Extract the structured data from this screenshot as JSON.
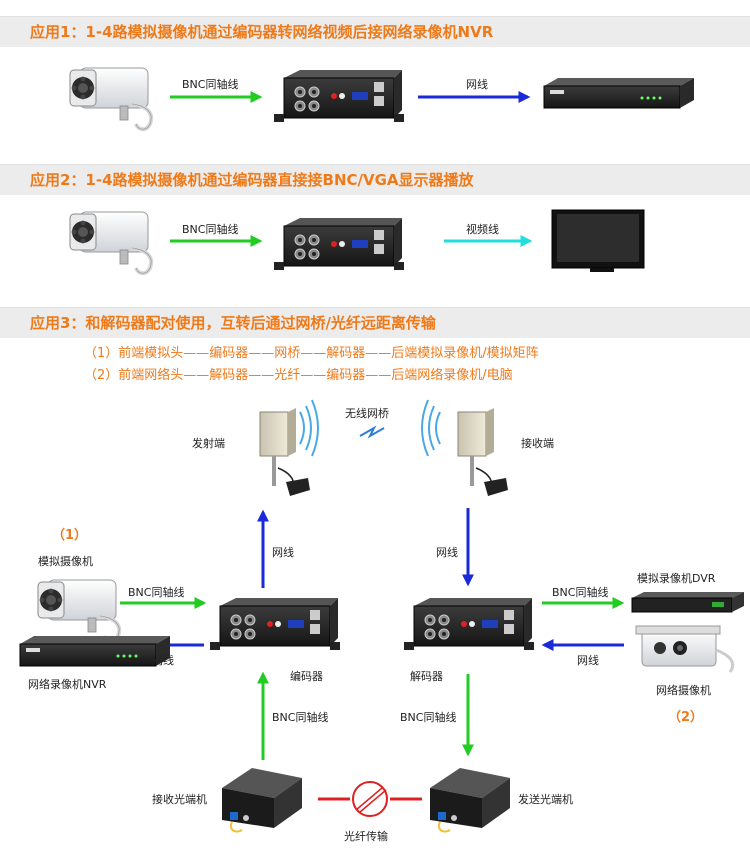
{
  "sections": [
    {
      "title": "应用1：1-4路模拟摄像机通过编码器转网络视频后接网络录像机NVR"
    },
    {
      "title": "应用2：1-4路模拟摄像机通过编码器直接接BNC/VGA显示器播放"
    },
    {
      "title": "应用3：和解码器配对使用，互转后通过网桥/光纤远距离传输"
    }
  ],
  "app1": {
    "bnc_label": "BNC同轴线",
    "net_label": "网线"
  },
  "app2": {
    "bnc_label": "BNC同轴线",
    "video_label": "视频线"
  },
  "app3": {
    "desc1": "（1）前端模拟头——编码器——网桥——解码器——后端模拟录像机/模拟矩阵",
    "desc2": "（2）前端网络头——解码器——光纤——编码器——后端网络录像机/电脑",
    "wireless_bridge": "无线网桥",
    "transmit_end": "发射端",
    "receive_end": "接收端",
    "net_up": "网线",
    "net_down": "网线",
    "num1": "（1）",
    "analog_camera": "模拟摄像机",
    "bnc_left": "BNC同轴线",
    "net_left": "网线",
    "nvr": "网络录像机NVR",
    "encoder": "编码器",
    "decoder": "解码器",
    "analog_dvr": "模拟录像机DVR",
    "bnc_right": "BNC同轴线",
    "net_right": "网线",
    "ip_camera": "网络摄像机",
    "num2": "（2）",
    "bnc_up": "BNC同轴线",
    "bnc_down": "BNC同轴线",
    "rx_optical": "接收光端机",
    "tx_optical": "发送光端机",
    "fiber": "光纤传输"
  },
  "colors": {
    "accent": "#ef7a1a",
    "green_arrow": "#22cc22",
    "blue_arrow": "#1a2ad8",
    "cyan_arrow": "#22dddd",
    "fiber_red": "#e02020"
  }
}
